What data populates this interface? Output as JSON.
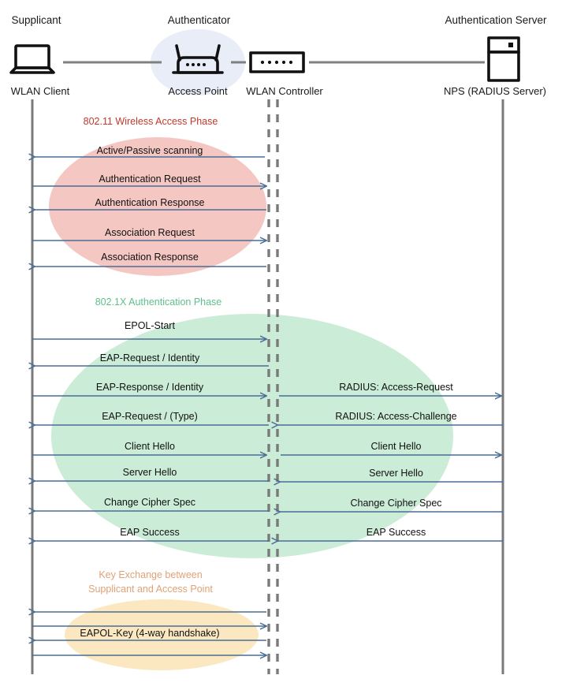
{
  "diagram": {
    "title": "802.1X / WPA2-Enterprise WLAN authentication sequence",
    "colors": {
      "lifeline": "#7a7a7a",
      "arrow": "#4a6d96",
      "phase_red_text": "#C0392B",
      "phase_green_text": "#5FBF8C",
      "phase_orange_text": "#E0A276",
      "ellipse_red": "#F4C7C3",
      "ellipse_green": "#C8EBD5",
      "ellipse_orange": "#FBE8C0",
      "authenticator_blob": "#E8EDF7",
      "link_line": "#808080"
    }
  },
  "roles": [
    {
      "name": "supplicant",
      "title": "Supplicant",
      "node": "WLAN Client",
      "icon": "laptop-icon"
    },
    {
      "name": "authenticator",
      "title": "Authenticator",
      "node": "Access Point",
      "icon": "access-point-icon"
    },
    {
      "name": "controller",
      "title": "",
      "node": "WLAN Controller",
      "icon": "wlan-controller-icon"
    },
    {
      "name": "auth_server",
      "title": "Authentication Server",
      "node": "NPS (RADIUS Server)",
      "icon": "server-icon"
    }
  ],
  "phases": [
    {
      "id": "wireless_access",
      "label": "802.11 Wireless Access Phase",
      "color_class": "ph-red",
      "messages": [
        {
          "text": "Active/Passive scanning",
          "dir": "left",
          "side": "left"
        },
        {
          "text": "Authentication Request",
          "dir": "right",
          "side": "left"
        },
        {
          "text": "Authentication Response",
          "dir": "left",
          "side": "left"
        },
        {
          "text": "Association Request",
          "dir": "right",
          "side": "left"
        },
        {
          "text": "Association Response",
          "dir": "left",
          "side": "left"
        }
      ]
    },
    {
      "id": "dot1x_auth",
      "label": "802.1X Authentication Phase",
      "color_class": "ph-green",
      "messages": [
        {
          "text": "EPOL-Start",
          "dir": "right",
          "side": "left"
        },
        {
          "text": "EAP-Request / Identity",
          "dir": "left",
          "side": "left"
        },
        {
          "text": "EAP-Response / Identity",
          "dir": "right",
          "side": "left"
        },
        {
          "text": "RADIUS: Access-Request",
          "dir": "right",
          "side": "right"
        },
        {
          "text": "EAP-Request / (Type)",
          "dir": "left",
          "side": "left"
        },
        {
          "text": "RADIUS: Access-Challenge",
          "dir": "left",
          "side": "right"
        },
        {
          "text": "Client Hello",
          "dir": "right",
          "side": "left"
        },
        {
          "text": "Client Hello",
          "dir": "right",
          "side": "right"
        },
        {
          "text": "Server Hello",
          "dir": "left",
          "side": "left"
        },
        {
          "text": "Server Hello",
          "dir": "left",
          "side": "right"
        },
        {
          "text": "Change Cipher Spec",
          "dir": "left",
          "side": "left"
        },
        {
          "text": "Change Cipher Spec",
          "dir": "left",
          "side": "right"
        },
        {
          "text": "EAP Success",
          "dir": "left",
          "side": "left"
        },
        {
          "text": "EAP Success",
          "dir": "left",
          "side": "right"
        }
      ]
    },
    {
      "id": "key_exchange",
      "label_line1": "Key Exchange between",
      "label_line2": "Supplicant and Access Point",
      "color_class": "ph-orange",
      "messages": [
        {
          "text": "",
          "dir": "left",
          "side": "left"
        },
        {
          "text": "",
          "dir": "right",
          "side": "left"
        },
        {
          "text": "EAPOL-Key (4-way handshake)",
          "dir": "left",
          "side": "left"
        },
        {
          "text": "",
          "dir": "right",
          "side": "left"
        }
      ]
    }
  ],
  "labels": {
    "supplicant_title": "Supplicant",
    "authenticator_title": "Authenticator",
    "auth_server_title": "Authentication Server",
    "wlan_client": "WLAN Client",
    "access_point": "Access Point",
    "wlan_controller": "WLAN Controller",
    "nps_radius": "NPS (RADIUS Server)",
    "phase1": "802.11 Wireless Access Phase",
    "phase2": "802.1X Authentication Phase",
    "phase3_line1": "Key Exchange between",
    "phase3_line2": "Supplicant and Access Point",
    "m_scanning": "Active/Passive scanning",
    "m_auth_req": "Authentication Request",
    "m_auth_resp": "Authentication Response",
    "m_assoc_req": "Association Request",
    "m_assoc_resp": "Association Response",
    "m_eapol_start": "EPOL-Start",
    "m_eap_req_id": "EAP-Request / Identity",
    "m_eap_resp_id": "EAP-Response / Identity",
    "m_radius_access_request": "RADIUS: Access-Request",
    "m_eap_req_type": "EAP-Request / (Type)",
    "m_radius_access_challenge": "RADIUS: Access-Challenge",
    "m_client_hello_l": "Client Hello",
    "m_client_hello_r": "Client Hello",
    "m_server_hello_l": "Server Hello",
    "m_server_hello_r": "Server Hello",
    "m_ccs_l": "Change Cipher Spec",
    "m_ccs_r": "Change Cipher Spec",
    "m_eap_success_l": "EAP Success",
    "m_eap_success_r": "EAP Success",
    "m_eapol_key": "EAPOL-Key (4-way handshake)"
  }
}
